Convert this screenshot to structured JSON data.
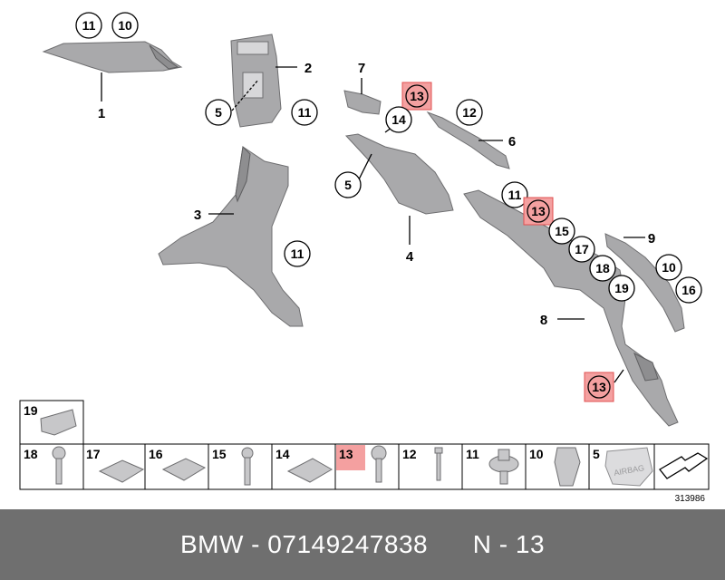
{
  "footer": {
    "brand": "BMW",
    "part_number": "07149247838",
    "position": "N - 13",
    "separator": " - "
  },
  "diagram_number": "313986",
  "highlight_color": "#f4a0a0",
  "callouts": {
    "c11a": "11",
    "c10a": "10",
    "c1": "1",
    "c2": "2",
    "c5a": "5",
    "c11b": "11",
    "c3": "3",
    "c11c": "11",
    "c7": "7",
    "c13a": "13",
    "c14": "14",
    "c12": "12",
    "c6": "6",
    "c5b": "5",
    "c4": "4",
    "c11d": "11",
    "c13b": "13",
    "c15": "15",
    "c17": "17",
    "c18": "18",
    "c19": "19",
    "c9": "9",
    "c10b": "10",
    "c16": "16",
    "c8": "8",
    "c13c": "13"
  },
  "parts_table": {
    "top_cell": "19",
    "cells": [
      "18",
      "17",
      "16",
      "15",
      "14",
      "13",
      "12",
      "11",
      "10",
      "5",
      ""
    ]
  },
  "airbag_text": "AIRBAG"
}
